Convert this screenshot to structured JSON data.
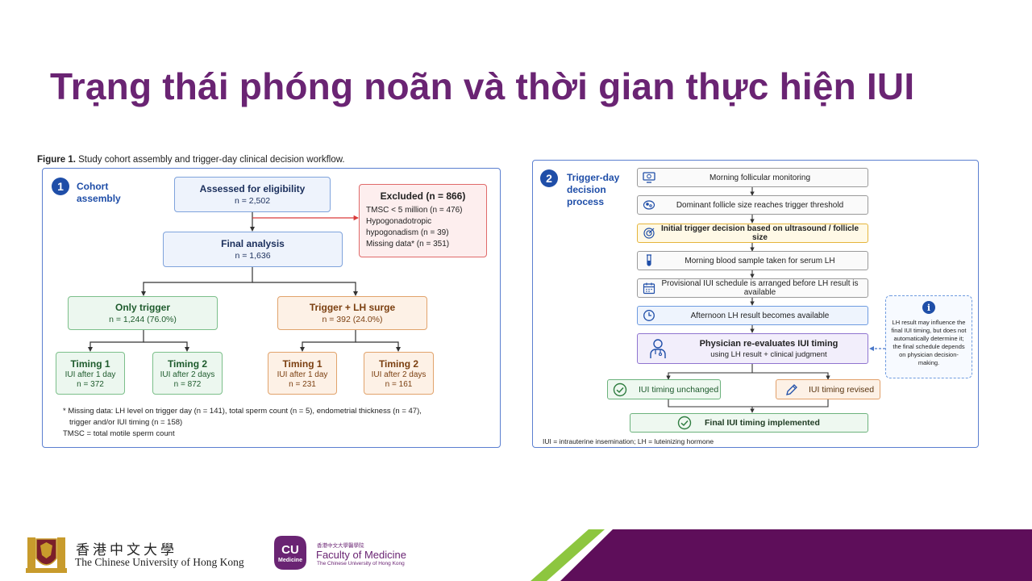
{
  "slide": {
    "title": "Trạng thái phóng noãn và thời gian thực hiện IUI"
  },
  "figure": {
    "caption_label": "Figure 1.",
    "caption_text": " Study cohort assembly and trigger-day clinical decision workflow."
  },
  "panel1": {
    "badge": "1",
    "title_line1": "Cohort",
    "title_line2": "assembly",
    "assessed": {
      "title": "Assessed for eligibility",
      "n": "n = 2,502"
    },
    "excluded": {
      "title": "Excluded (n = 866)",
      "items": [
        "TMSC < 5 million (n = 476)",
        "Hypogonadotropic",
        "hypogonadism (n = 39)",
        "Missing data* (n = 351)"
      ]
    },
    "final": {
      "title": "Final analysis",
      "n": "n = 1,636"
    },
    "only_trigger": {
      "title": "Only trigger",
      "n": "n = 1,244 (76.0%)"
    },
    "trigger_lh": {
      "title": "Trigger + LH surge",
      "n": "n = 392 (24.0%)"
    },
    "timings": [
      {
        "title": "Timing 1",
        "desc": "IUI after 1 day",
        "n": "n = 372"
      },
      {
        "title": "Timing 2",
        "desc": "IUI after 2 days",
        "n": "n = 872"
      },
      {
        "title": "Timing 1",
        "desc": "IUI after 1 day",
        "n": "n = 231"
      },
      {
        "title": "Timing 2",
        "desc": "IUI after 2 days",
        "n": "n = 161"
      }
    ],
    "notes": [
      "* Missing data: LH level on trigger day (n = 141), total sperm count (n = 5), endometrial thickness (n = 47),",
      "trigger and/or IUI timing (n = 158)",
      "TMSC = total motile sperm count"
    ]
  },
  "panel2": {
    "badge": "2",
    "title_line1": "Trigger-day",
    "title_line2": "decision",
    "title_line3": "process",
    "steps": [
      "Morning follicular monitoring",
      "Dominant follicle size reaches trigger threshold",
      "Initial trigger decision based on ultrasound / follicle size",
      "Morning blood sample taken for serum LH",
      "Provisional IUI schedule is arranged before LH result is available",
      "Afternoon LH result becomes available"
    ],
    "physician": {
      "title": "Physician re-evaluates IUI timing",
      "sub": "using LH result + clinical judgment"
    },
    "unchanged": "IUI timing unchanged",
    "revised": "IUI timing revised",
    "final": "Final IUI timing implemented",
    "info": "LH result may influence the final IUI timing, but does not automatically determine it; the final schedule depends on physician decision-making.",
    "info_icon": "i",
    "abbreviations": "IUI = intrauterine insemination; LH = luteinizing hormone"
  },
  "footer": {
    "cuhk_cn": "香港中文大學",
    "cuhk_en": "The Chinese University of Hong Kong",
    "med_logo_text": "CU Medicine",
    "med_cn": "香港中文大學醫學院",
    "med_en": "Faculty of Medicine",
    "med_sub": "The Chinese University of Hong Kong"
  },
  "colors": {
    "title_purple": "#6a2473",
    "footer_purple": "#5e0e5a",
    "footer_green": "#8dc63f",
    "panel_border": "#5b7fd0",
    "excluded_border": "#e06a6a",
    "green_box": "#7cbf8a",
    "orange_box": "#e1a36c"
  }
}
